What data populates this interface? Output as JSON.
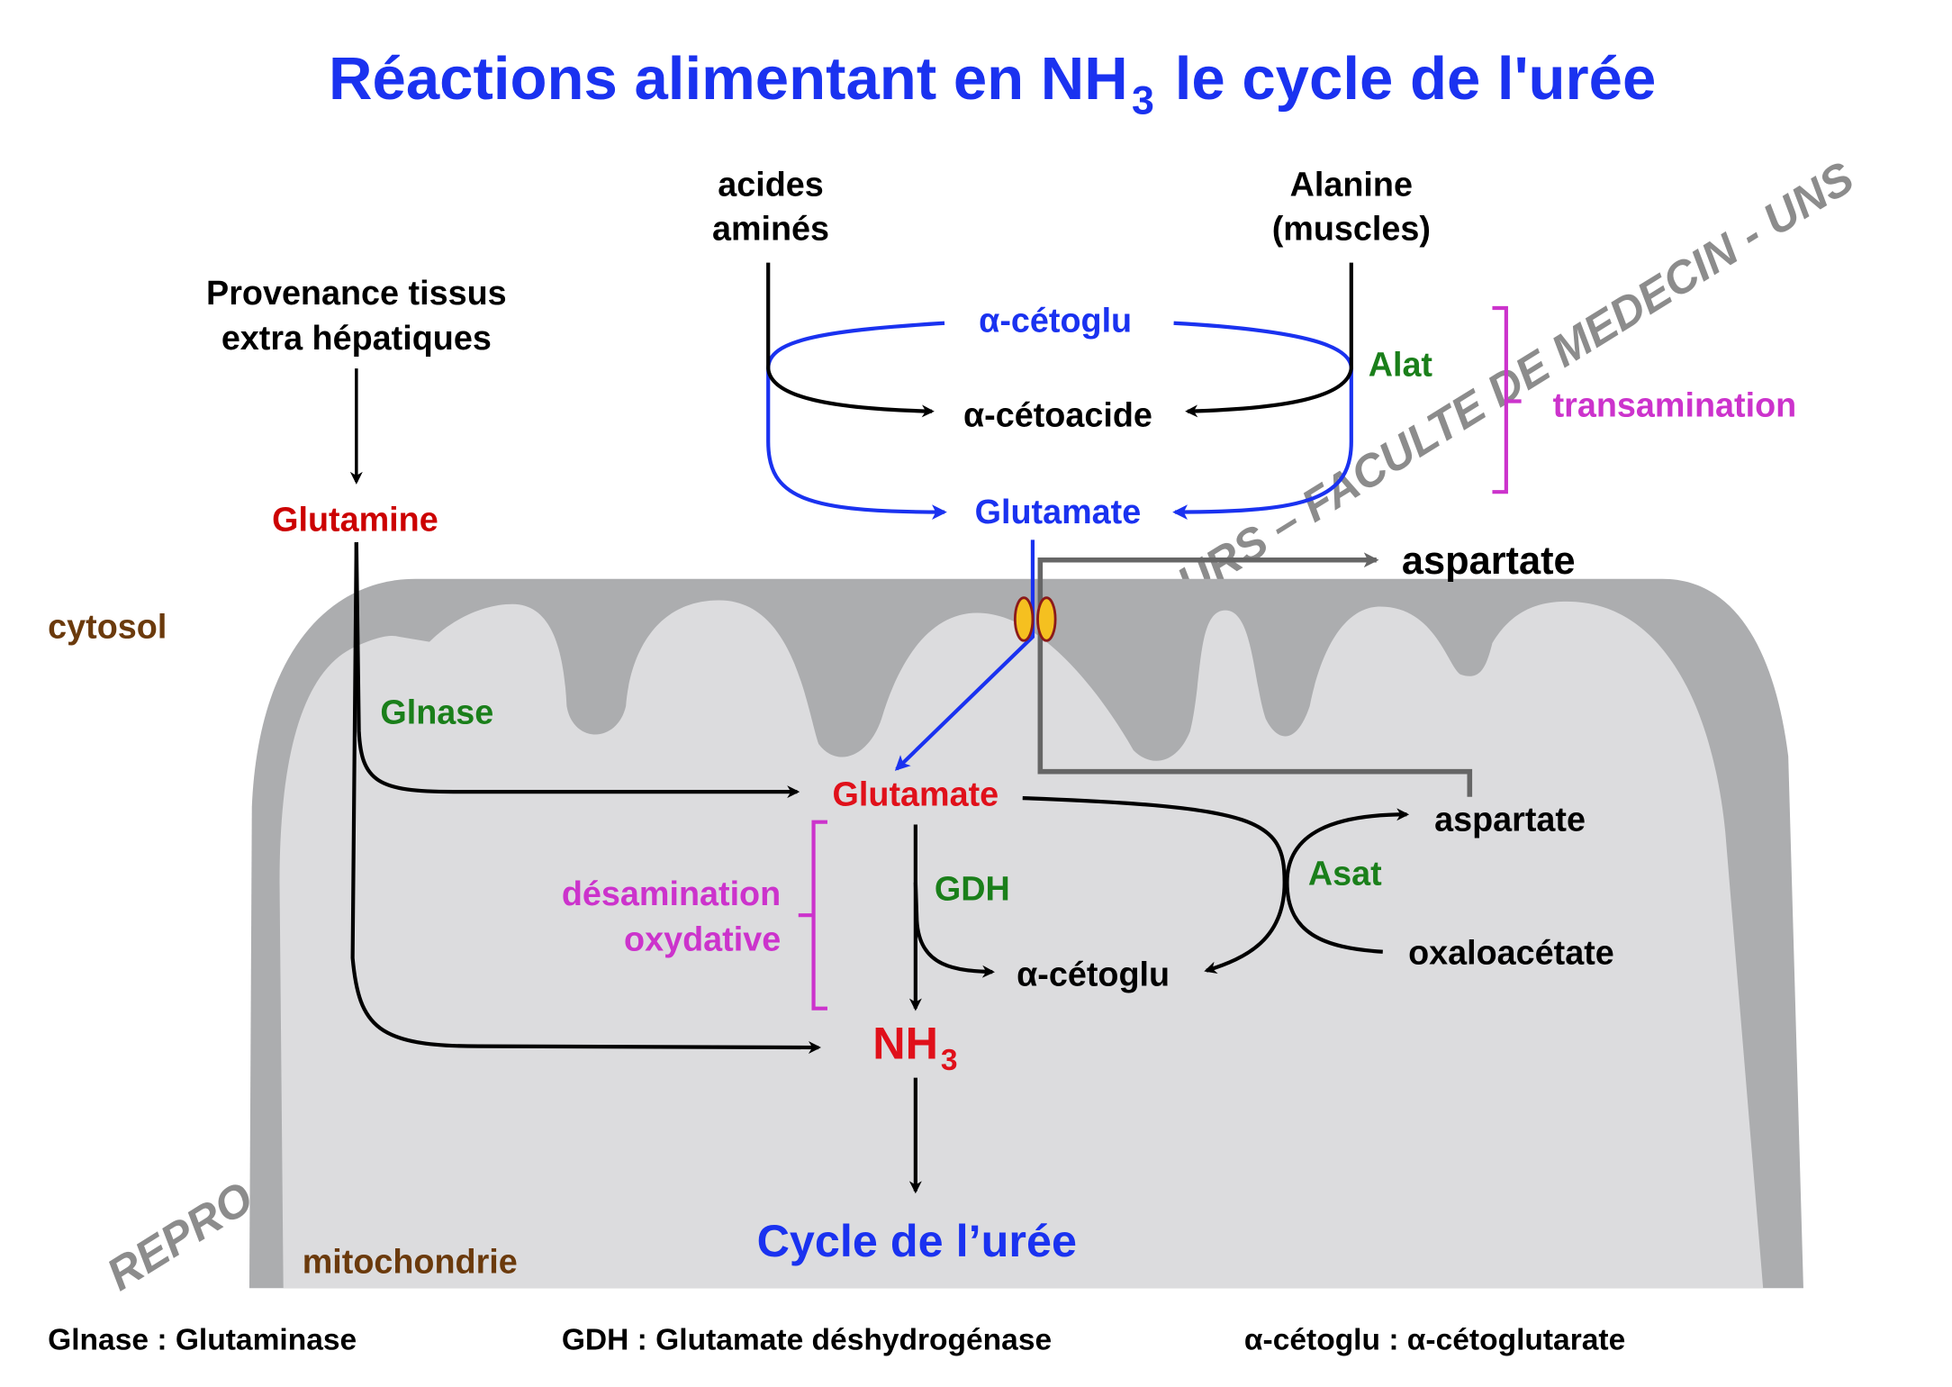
{
  "title": {
    "pre": "Réactions alimentant en NH",
    "sub": "3",
    "post": " le cycle de l'urée"
  },
  "watermark": {
    "left": "REPRO",
    "right": "URS – FACULTE DE MEDECIN - UNS"
  },
  "inputs": {
    "acides": [
      "acides",
      "aminés"
    ],
    "alanine": [
      "Alanine",
      "(muscles)"
    ],
    "provenance": [
      "Provenance tissus",
      "extra hépatiques"
    ]
  },
  "transamination": {
    "acetoglu": "α-cétoglu",
    "acetoacide": "α-cétoacide",
    "glutamate": "Glutamate",
    "enzyme": "Alat",
    "label": "transamination"
  },
  "cytosol": {
    "glutamine": "Glutamine",
    "aspartate": "aspartate",
    "label": "cytosol"
  },
  "mito": {
    "glnase": "Glnase",
    "glutamate": "Glutamate",
    "aspartate": "aspartate",
    "asat": "Asat",
    "desamination": [
      "désamination",
      "oxydative"
    ],
    "gdh": "GDH",
    "acetoglu": "α-cétoglu",
    "oxaloacetate": "oxaloacétate",
    "nh3": {
      "main": "NH",
      "sub": "3"
    },
    "cycle": "Cycle de l’urée",
    "label": "mitochondrie"
  },
  "legend": [
    "Glnase : Glutaminase",
    "GDH : Glutamate déshydrogénase",
    "α-cétoglu : α-cétoglutarate"
  ],
  "colors": {
    "blue": "#1a32f0",
    "red": "#e0101a",
    "darkred": "#cc0000",
    "green": "#1a7f1a",
    "magenta": "#cc33cc",
    "brown": "#6b3a0c",
    "membrane": "#acadaf",
    "matrix": "#dcdcde"
  }
}
